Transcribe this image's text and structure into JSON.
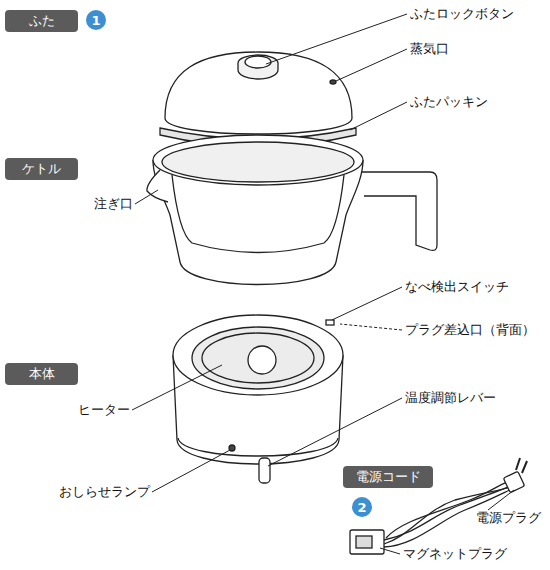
{
  "diagram": {
    "nodes": [
      {
        "text": [
          "ふた"
        ]
      },
      {
        "text": [
          "1"
        ]
      },
      {
        "text": [
          "ケトル"
        ]
      },
      {
        "text": [
          "本体"
        ]
      },
      {
        "text": [
          "電源コード"
        ]
      },
      {
        "text": [
          "2"
        ]
      }
    ],
    "labels": [
      "ふたロックボタン",
      "蒸気口",
      "ふたパッキン",
      "注ぎ口",
      "なべ検出スイッチ",
      "プラグ差込口（背面）",
      "ヒーター",
      "温度調節レバー",
      "おしらせランプ",
      "電源プラグ",
      "マグネットプラグ"
    ]
  }
}
